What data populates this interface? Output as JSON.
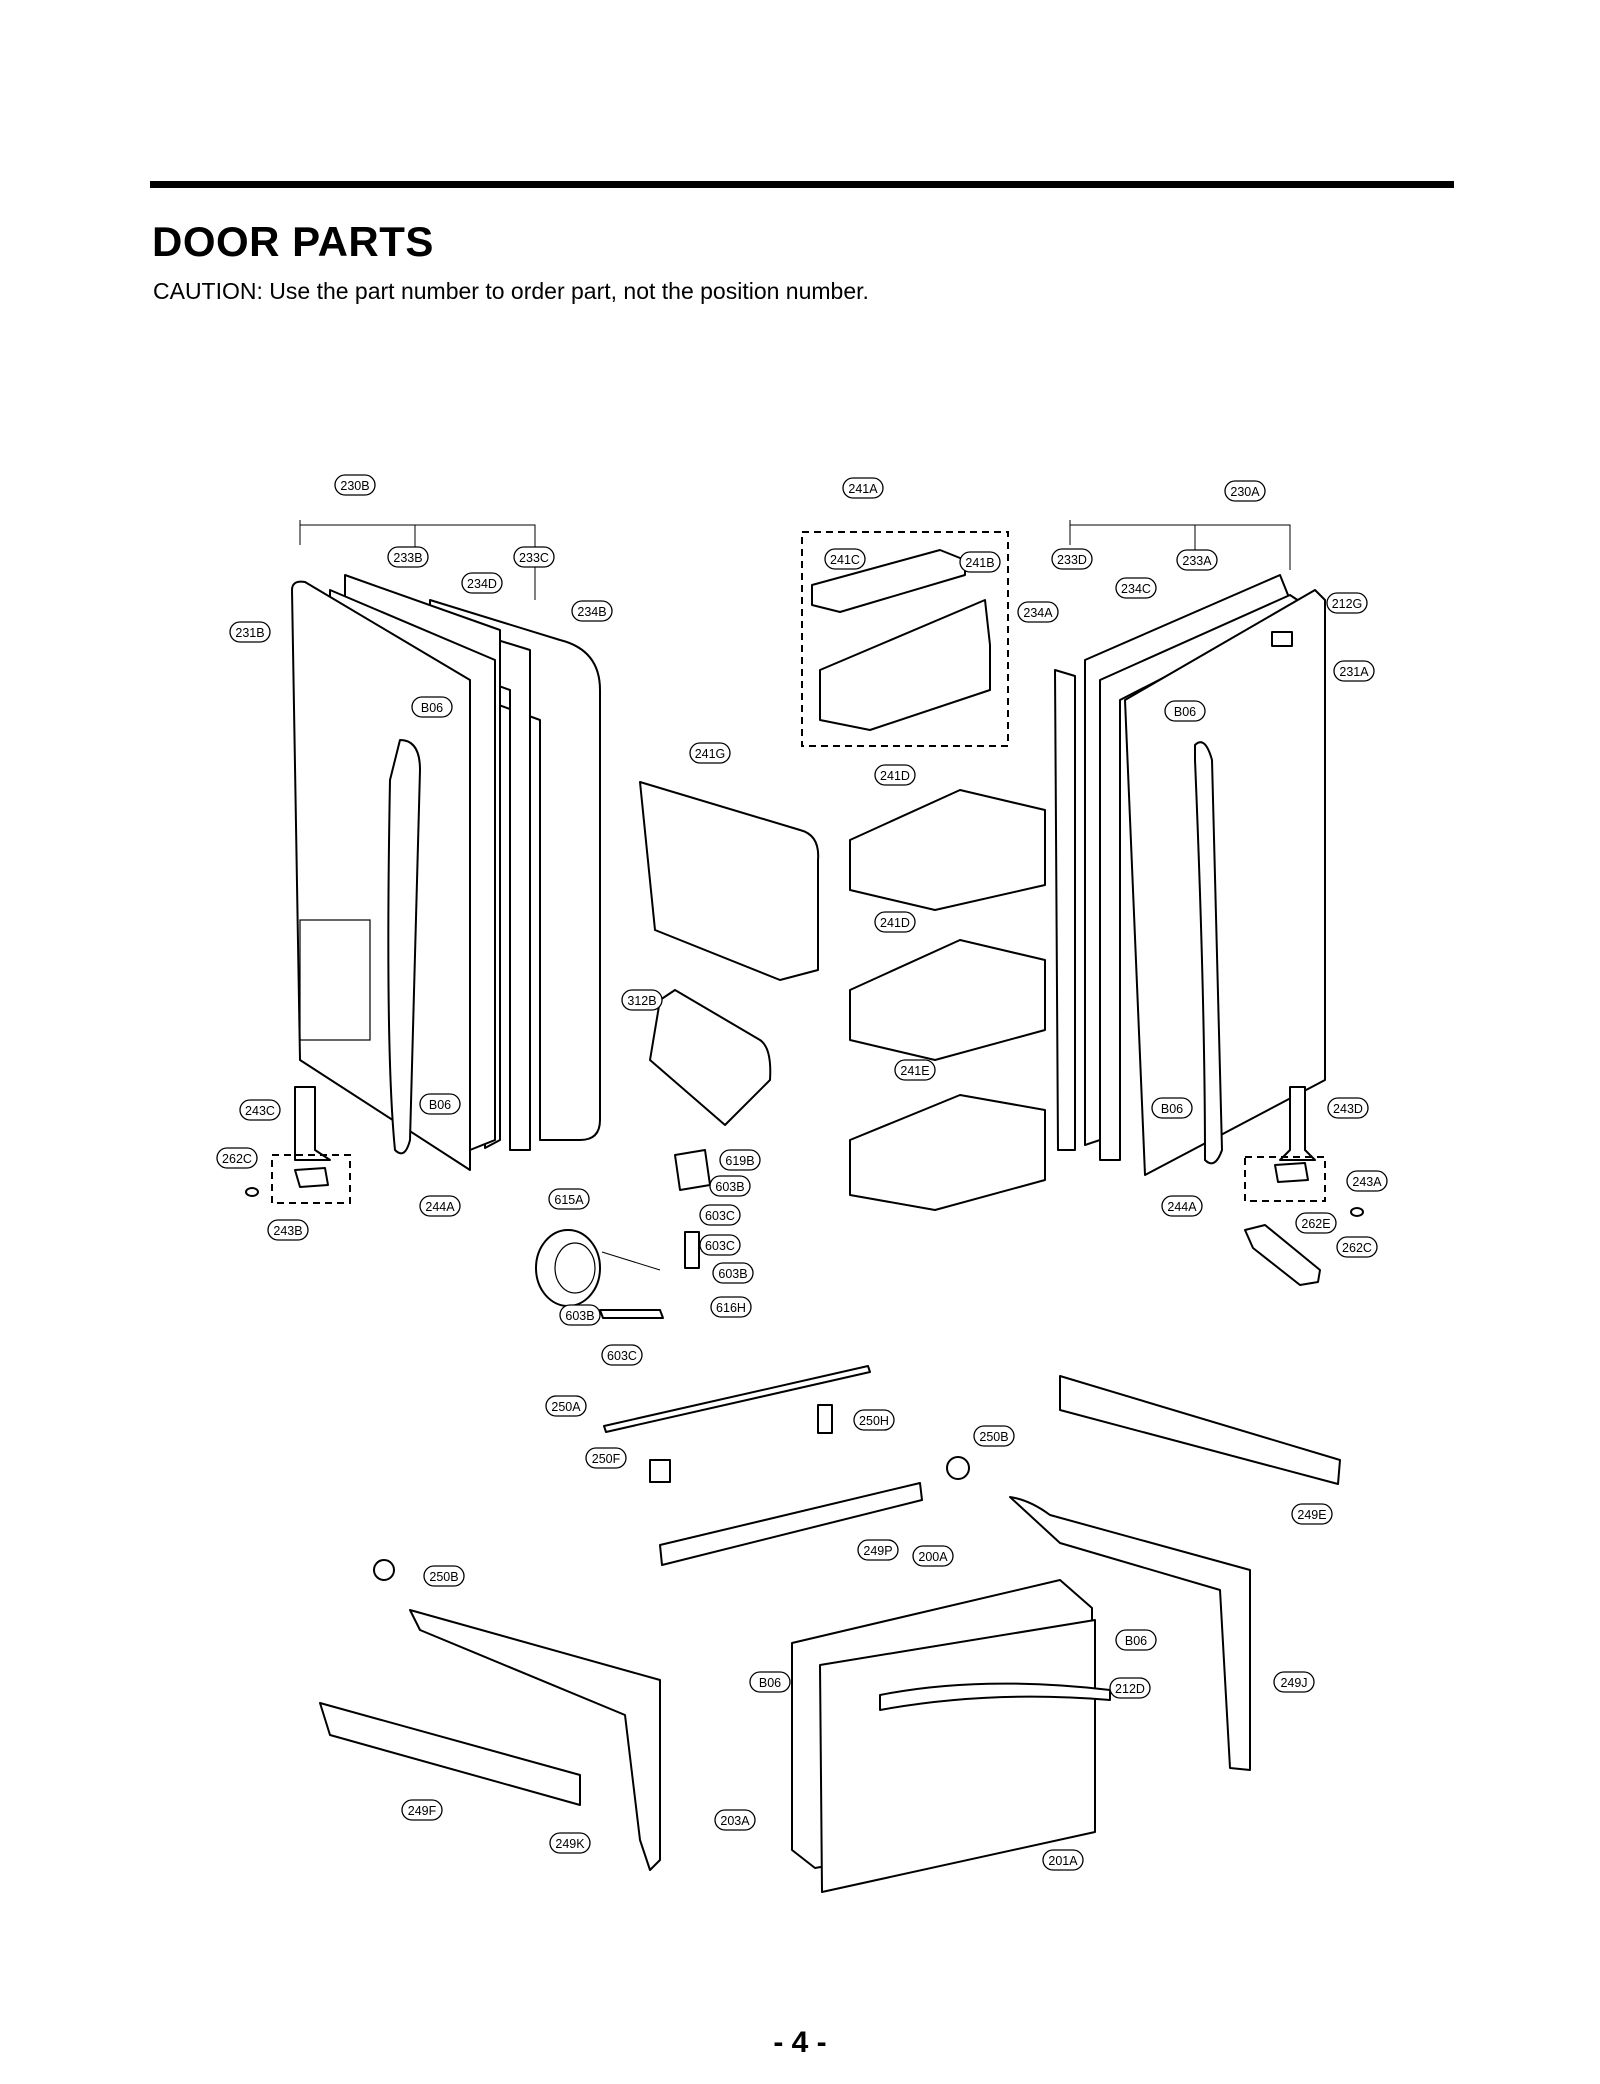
{
  "header": {
    "title": "DOOR PARTS",
    "caution": "CAUTION: Use the part number to order part, not the position number."
  },
  "diagram": {
    "labels": {
      "l230B": "230B",
      "l233B": "233B",
      "l233C": "233C",
      "l234D": "234D",
      "l234B": "234B",
      "l231B": "231B",
      "l241A": "241A",
      "l241C": "241C",
      "l241B": "241B",
      "l230A": "230A",
      "l233D": "233D",
      "l233A": "233A",
      "l234C": "234C",
      "l234A": "234A",
      "l212G": "212G",
      "l231A": "231A",
      "l241G": "241G",
      "l241D1": "241D",
      "l241D2": "241D",
      "l312B": "312B",
      "l241E": "241E",
      "l243C": "243C",
      "l262CL": "262C",
      "l243B": "243B",
      "l244AL": "244A",
      "l619B": "619B",
      "l603B1": "603B",
      "l603C1": "603C",
      "l603C2": "603C",
      "l603B2": "603B",
      "l616H": "616H",
      "l615A": "615A",
      "l603B3": "603B",
      "l603C3": "603C",
      "l243D": "243D",
      "l243A": "243A",
      "l244AR": "244A",
      "l262E": "262E",
      "l262CR": "262C",
      "l250A": "250A",
      "l250H": "250H",
      "l250F": "250F",
      "l250B1": "250B",
      "l249E": "249E",
      "l249P": "249P",
      "l200A": "200A",
      "l250B2": "250B",
      "l212D": "212D",
      "l249J": "249J",
      "l249F": "249F",
      "l249K": "249K",
      "l203A": "203A",
      "l201A": "201A",
      "b06a": "B06",
      "b06b": "B06",
      "b06c": "B06",
      "b06d": "B06",
      "b06e": "B06",
      "b06f": "B06"
    }
  },
  "footer": {
    "page": "- 4 -"
  }
}
